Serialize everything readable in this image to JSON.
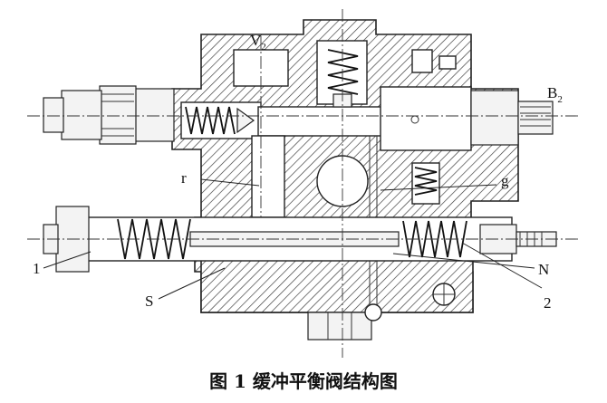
{
  "diagram": {
    "labels": {
      "v2": "V",
      "v2_sub": "2",
      "b2": "B",
      "b2_sub": "2",
      "r": "r",
      "g": "g",
      "one": "1",
      "s": "S",
      "n": "N",
      "two": "2"
    },
    "caption": "图 1   缓冲平衡阀结构图"
  }
}
